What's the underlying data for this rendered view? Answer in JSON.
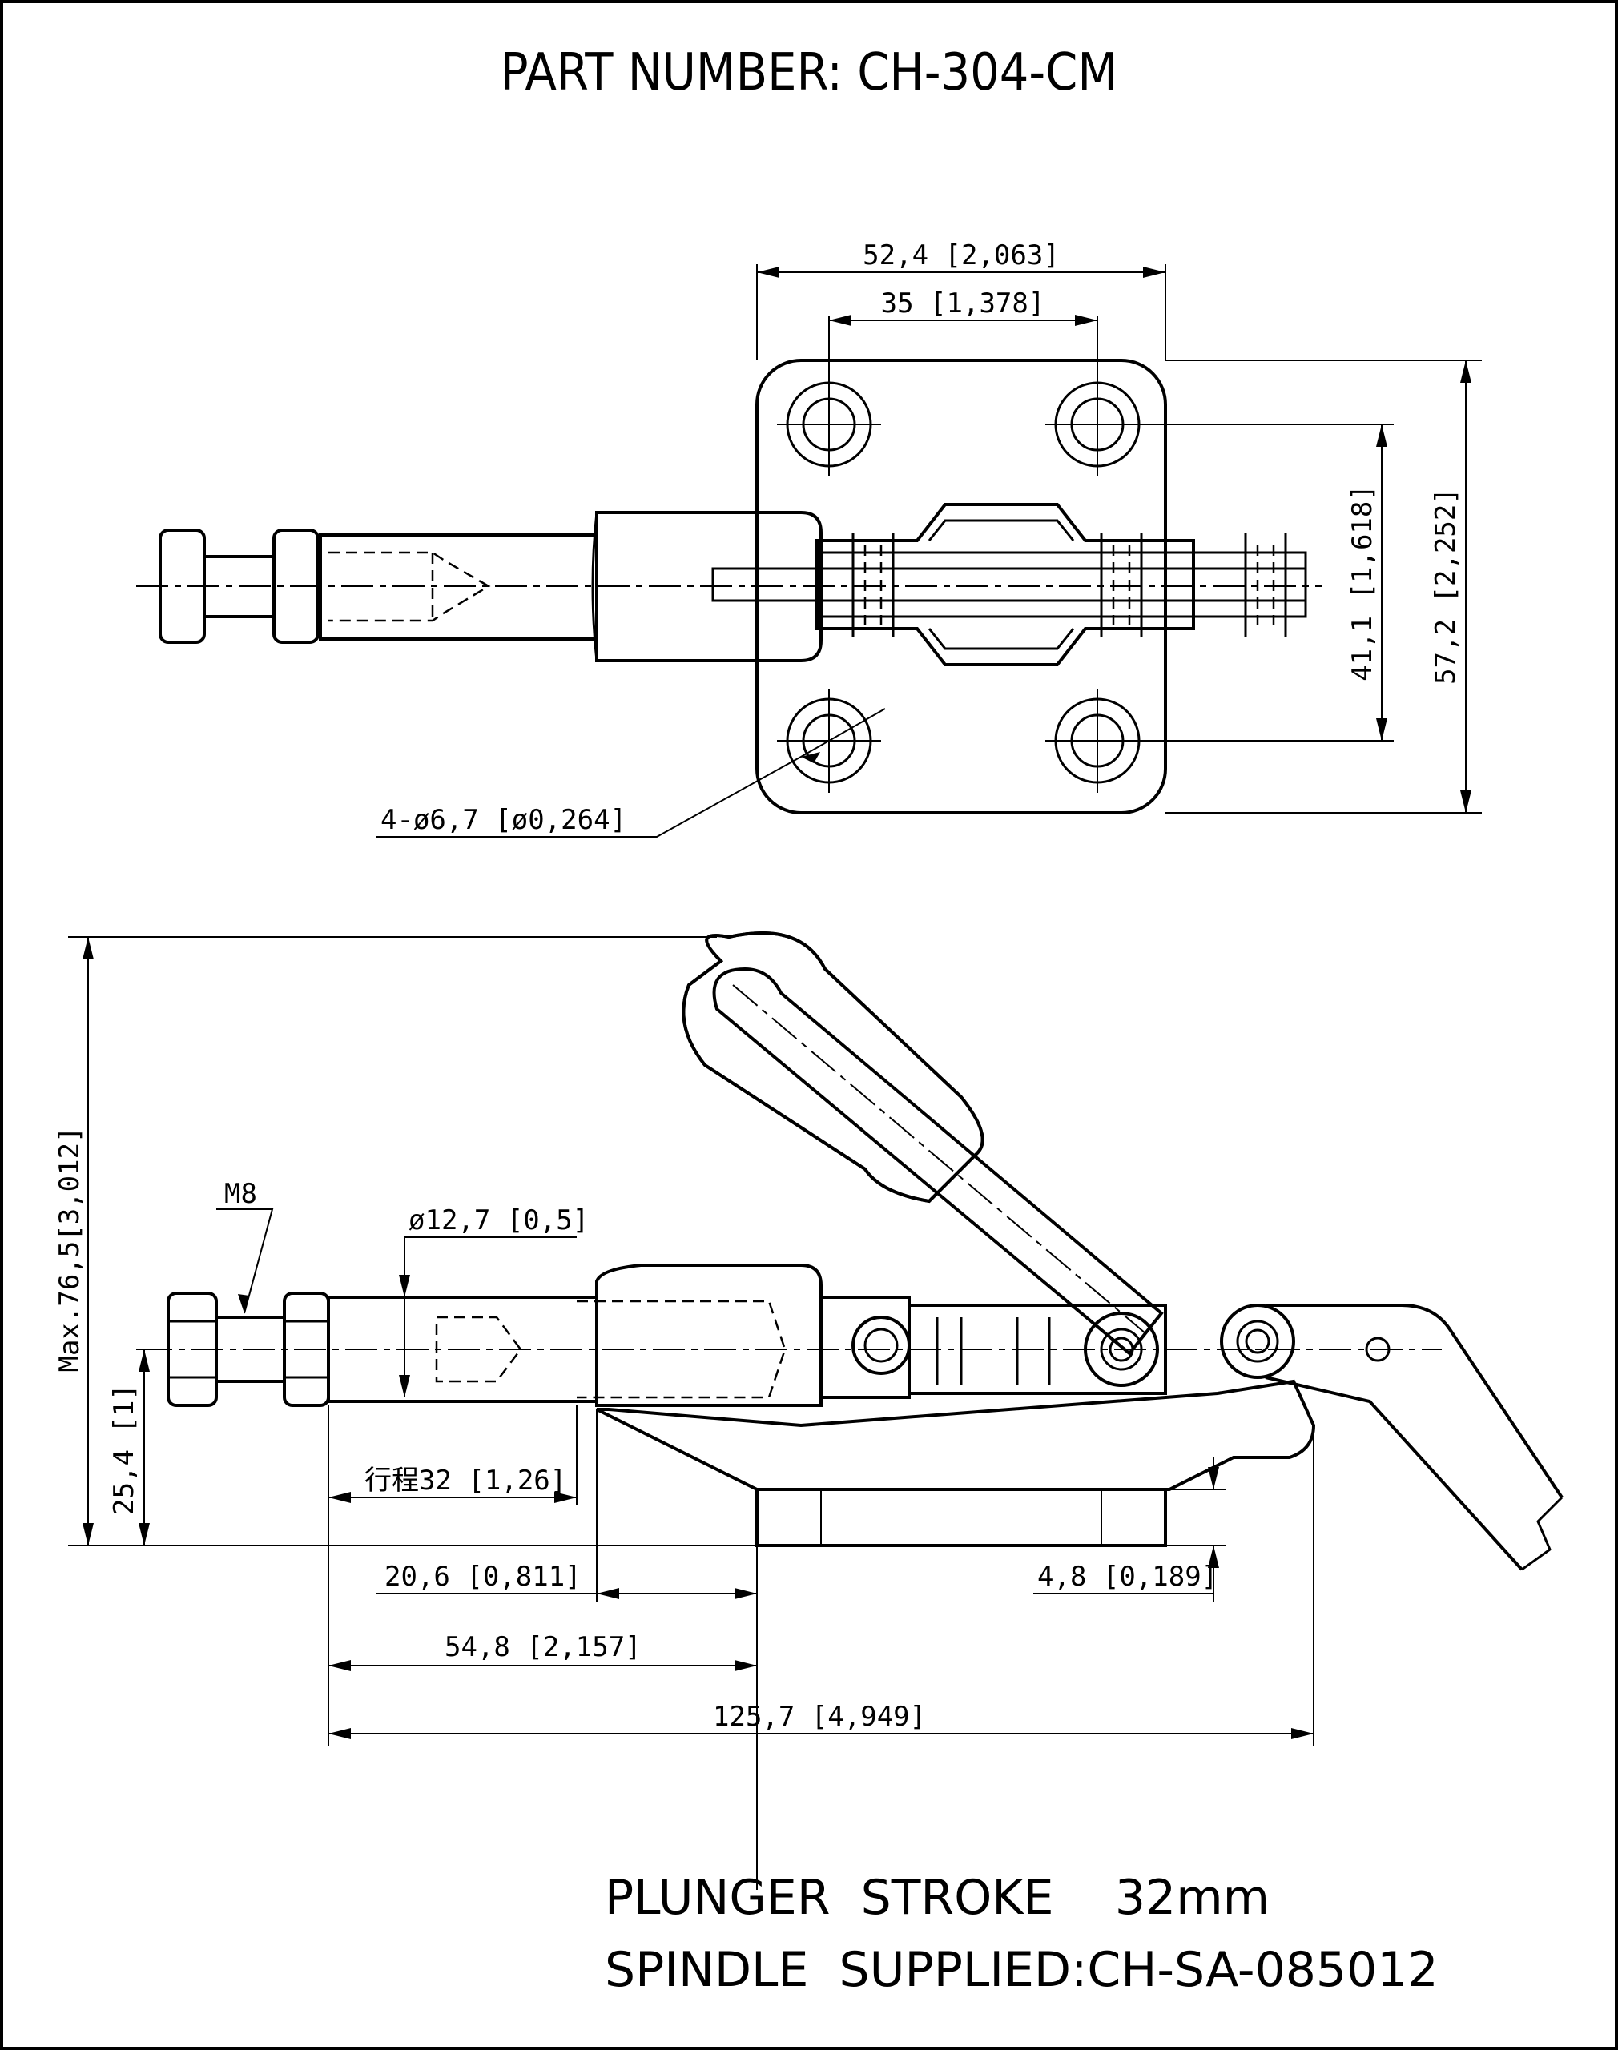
{
  "title": "PART NUMBER:  CH-304-CM",
  "top_view": {
    "dim_overall_width": "52,4  [2,063]",
    "dim_hole_spacing_x": "35  [1,378]",
    "dim_hole_spacing_y": "41,1  [1,618]",
    "dim_overall_height": "57,2  [2,252]",
    "dim_hole_diameter": "4-ø6,7  [ø0,264]"
  },
  "side_view": {
    "thread_label": "M8",
    "dim_plunger_diameter": "ø12,7  [0,5]",
    "dim_max_height": "Max.76,5[3,012]",
    "dim_center_height": "25,4  [1]",
    "dim_stroke": "行程32  [1,26]",
    "dim_20_6": "20,6  [0,811]",
    "dim_base_thickness": "4,8  [0,189]",
    "dim_54_8": "54,8  [2,157]",
    "dim_total_length": "125,7  [4,949]"
  },
  "notes": {
    "plunger_stroke": "PLUNGER  STROKE    32mm",
    "spindle": "SPINDLE  SUPPLIED:CH-SA-085012"
  }
}
